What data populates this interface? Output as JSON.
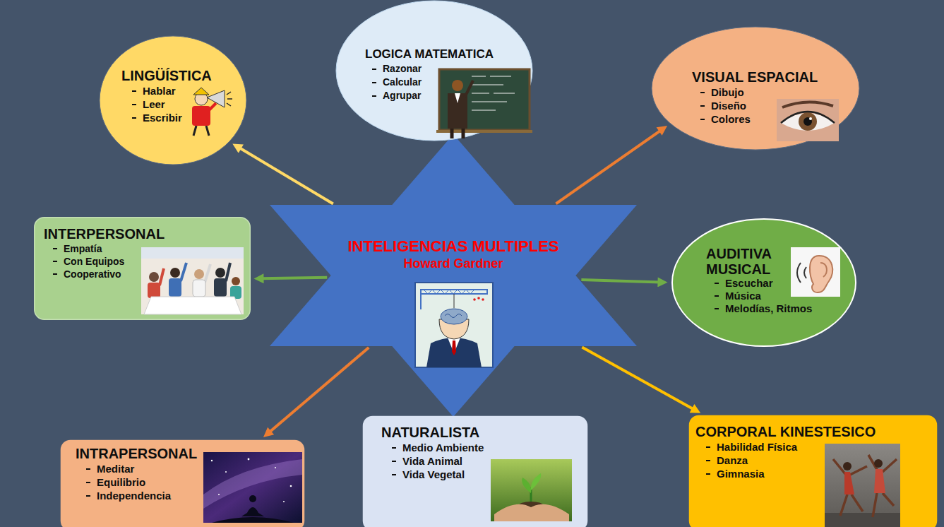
{
  "diagram": {
    "nodes": [
      {
        "text": [
          "INTELIGENCIAS MULTIPLES",
          "Howard Gardner"
        ]
      },
      {
        "text": [
          "LOGICA MATEMATICA",
          "Razonar",
          "Calcular",
          "Agrupar"
        ]
      },
      {
        "text": [
          "LINGÜÍSTICA",
          "Hablar",
          "Leer",
          "Escribir"
        ]
      },
      {
        "text": [
          "VISUAL ESPACIAL",
          "Dibujo",
          "Diseño",
          "Colores"
        ]
      },
      {
        "text": [
          "INTERPERSONAL",
          "Empatía",
          "Con Equipos",
          "Cooperativo"
        ]
      },
      {
        "text": [
          "AUDITIVA MUSICAL",
          "Escuchar",
          "Música",
          "Melodías, Ritmos"
        ]
      },
      {
        "text": [
          "INTRAPERSONAL",
          "Meditar",
          "Equilibrio",
          "Independencia"
        ]
      },
      {
        "text": [
          "NATURALISTA",
          "Medio Ambiente",
          "Vida Animal",
          "Vida Vegetal"
        ]
      },
      {
        "text": [
          "CORPORAL KINESTESICO",
          "Habilidad Física",
          "Danza",
          "Gimnasia"
        ]
      }
    ],
    "edges": [
      {
        "from": 0,
        "to": 2,
        "arrow": "to"
      },
      {
        "from": 0,
        "to": 3,
        "arrow": "to"
      },
      {
        "from": 0,
        "to": 4,
        "arrow": "to"
      },
      {
        "from": 0,
        "to": 5,
        "arrow": "to"
      },
      {
        "from": 0,
        "to": 6,
        "arrow": "to"
      },
      {
        "from": 0,
        "to": 8,
        "arrow": "to"
      }
    ]
  }
}
